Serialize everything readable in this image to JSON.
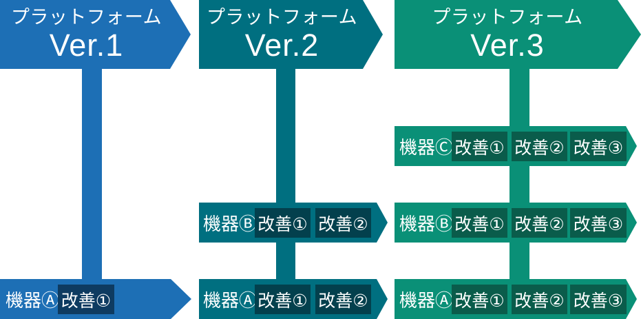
{
  "diagram": {
    "description_type": "platform-version-roadmap",
    "columns": [
      {
        "id": "ver1",
        "arrow_color": "#1d6fb5",
        "box_color": "#0e3b61",
        "header": {
          "line1": "プラットフォーム",
          "line2": "Ver.1"
        },
        "rows": [
          {
            "device": "機器Ⓐ",
            "improvements": [
              "改善①"
            ]
          }
        ]
      },
      {
        "id": "ver2",
        "arrow_color": "#006f80",
        "box_color": "#03404d",
        "header": {
          "line1": "プラットフォーム",
          "line2": "Ver.2"
        },
        "rows": [
          {
            "device": "機器Ⓑ",
            "improvements": [
              "改善①",
              "改善②"
            ]
          },
          {
            "device": "機器Ⓐ",
            "improvements": [
              "改善①",
              "改善②"
            ]
          }
        ]
      },
      {
        "id": "ver3",
        "arrow_color": "#0a9077",
        "box_color": "#0a5c4b",
        "header": {
          "line1": "プラットフォーム",
          "line2": "Ver.3"
        },
        "rows": [
          {
            "device": "機器Ⓒ",
            "improvements": [
              "改善①",
              "改善②",
              "改善③"
            ]
          },
          {
            "device": "機器Ⓑ",
            "improvements": [
              "改善①",
              "改善②",
              "改善③"
            ]
          },
          {
            "device": "機器Ⓐ",
            "improvements": [
              "改善①",
              "改善②",
              "改善③"
            ]
          }
        ]
      }
    ]
  }
}
